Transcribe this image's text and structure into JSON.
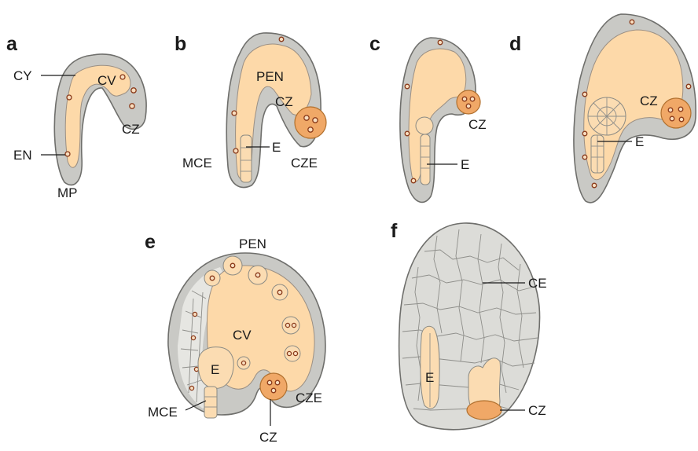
{
  "panels": {
    "a": {
      "letter": "a",
      "labels": {
        "cy": "CY",
        "cv": "CV",
        "cz": "CZ",
        "en": "EN",
        "mp": "MP"
      }
    },
    "b": {
      "letter": "b",
      "labels": {
        "pen": "PEN",
        "cz": "CZ",
        "mce": "MCE",
        "e": "E",
        "cze": "CZE"
      }
    },
    "c": {
      "letter": "c",
      "labels": {
        "cz": "CZ",
        "e": "E"
      }
    },
    "d": {
      "letter": "d",
      "labels": {
        "cz": "CZ",
        "e": "E"
      }
    },
    "e": {
      "letter": "e",
      "labels": {
        "pen": "PEN",
        "cv": "CV",
        "e": "E",
        "mce": "MCE",
        "cze": "CZE",
        "cz": "CZ"
      }
    },
    "f": {
      "letter": "f",
      "labels": {
        "ce": "CE",
        "e": "E",
        "cz": "CZ"
      }
    }
  },
  "colors": {
    "seed_coat": "#c9c9c5",
    "cytoplasm": "#fdd9a9",
    "chalazal_cyst": "#f0a867",
    "nucleus_outline": "#8a3a1a",
    "cellular_endosperm": "#dcdcd8"
  }
}
